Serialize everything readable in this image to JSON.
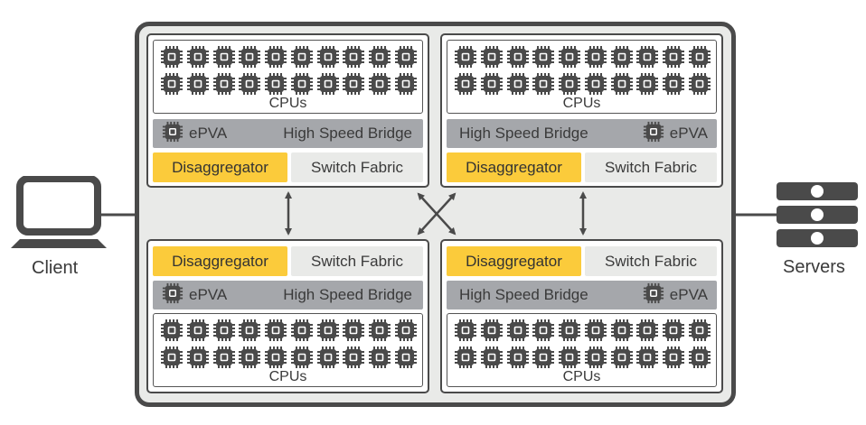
{
  "diagram": {
    "client": {
      "label": "Client",
      "icon": "laptop-icon"
    },
    "servers": {
      "label": "Servers",
      "icon": "server-rack-icon"
    },
    "nodes": [
      {
        "position": "top-left",
        "cpus": {
          "label": "CPUs",
          "count": 20,
          "icon": "cpu-chip-icon"
        },
        "bridge": {
          "label": "High Speed Bridge",
          "epva_label": "ePVA",
          "epva_side": "left"
        },
        "disaggregator": "Disaggregator",
        "switch_fabric": "Switch Fabric"
      },
      {
        "position": "top-right",
        "cpus": {
          "label": "CPUs",
          "count": 20,
          "icon": "cpu-chip-icon"
        },
        "bridge": {
          "label": "High Speed Bridge",
          "epva_label": "ePVA",
          "epva_side": "right"
        },
        "disaggregator": "Disaggregator",
        "switch_fabric": "Switch Fabric"
      },
      {
        "position": "bottom-left",
        "cpus": {
          "label": "CPUs",
          "count": 20,
          "icon": "cpu-chip-icon"
        },
        "bridge": {
          "label": "High Speed Bridge",
          "epva_label": "ePVA",
          "epva_side": "left"
        },
        "disaggregator": "Disaggregator",
        "switch_fabric": "Switch Fabric"
      },
      {
        "position": "bottom-right",
        "cpus": {
          "label": "CPUs",
          "count": 20,
          "icon": "cpu-chip-icon"
        },
        "bridge": {
          "label": "High Speed Bridge",
          "epva_label": "ePVA",
          "epva_side": "right"
        },
        "disaggregator": "Disaggregator",
        "switch_fabric": "Switch Fabric"
      }
    ],
    "connections": [
      {
        "from": "top-left",
        "to": "bottom-left",
        "type": "bidirectional"
      },
      {
        "from": "top-right",
        "to": "bottom-right",
        "type": "bidirectional"
      },
      {
        "from": "top-left",
        "to": "bottom-right",
        "type": "bidirectional"
      },
      {
        "from": "top-right",
        "to": "bottom-left",
        "type": "bidirectional"
      },
      {
        "from": "client",
        "to": "chassis",
        "type": "line"
      },
      {
        "from": "chassis",
        "to": "servers",
        "type": "line"
      }
    ],
    "colors": {
      "disaggregator": "#fbcb3b",
      "bridge": "#a5a7ab",
      "switch_fabric": "#e9eae8",
      "chassis": "#e9eae8",
      "stroke": "#4a4a4a"
    }
  }
}
